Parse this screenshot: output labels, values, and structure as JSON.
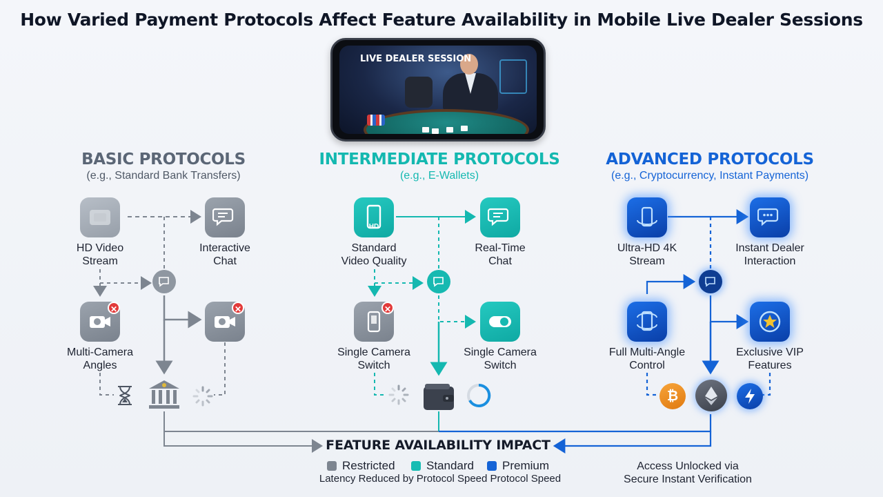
{
  "title": "How Varied Payment Protocols Affect Feature Availability in Mobile Live Dealer Sessions",
  "phone": {
    "screen_label": "LIVE DEALER SESSION"
  },
  "columns": {
    "basic": {
      "title": "BASIC PROTOCOLS",
      "subtitle": "(e.g., Standard Bank Transfers)",
      "color": "#5b6676",
      "nodes": {
        "video": "HD Video\nStream",
        "chat": "Interactive\nChat",
        "camera": "Multi-Camera\nAngles"
      }
    },
    "intermediate": {
      "title": "INTERMEDIATE PROTOCOLS",
      "subtitle": "(e.g., E-Wallets)",
      "color": "#14b8b0",
      "nodes": {
        "video": "Standard\nVideo Quality",
        "video_badge": "HD",
        "chat": "Real-Time\nChat",
        "camera_a": "Single Camera\nSwitch",
        "camera_b": "Single Camera\nSwitch"
      }
    },
    "advanced": {
      "title": "ADVANCED PROTOCOLS",
      "subtitle": "(e.g., Cryptocurrency, Instant Payments)",
      "color": "#1463d6",
      "nodes": {
        "video": "Ultra-HD 4K\nStream",
        "chat": "Instant Dealer\nInteraction",
        "camera": "Full Multi-Angle\nControl",
        "vip": "Exclusive VIP\nFeatures"
      }
    }
  },
  "icons": {
    "basic": [
      "blurred-video-icon",
      "chat-bubble-icon",
      "camera-disabled-icon",
      "hourglass-icon",
      "bank-icon",
      "loading-spinner-icon"
    ],
    "intermediate": [
      "phone-hd-icon",
      "chat-bubble-icon",
      "camera-disabled-icon",
      "toggle-switch-icon",
      "wallet-icon",
      "progress-ring-icon"
    ],
    "advanced": [
      "rotate-phone-icon",
      "chat-bubble-icon",
      "multi-angle-icon",
      "vip-star-icon",
      "bitcoin-icon",
      "ethereum-icon",
      "lightning-icon"
    ]
  },
  "impact": {
    "title": "FEATURE AVAILABILITY IMPACT",
    "legend": [
      {
        "label": "Restricted",
        "color": "#7d8590"
      },
      {
        "label": "Standard",
        "color": "#17bcb3"
      },
      {
        "label": "Premium",
        "color": "#1463d6"
      }
    ],
    "latency_note": "Latency Reduced by Protocol Speed Protocol Speed",
    "access_note": "Access Unlocked via\nSecure Instant Verification"
  }
}
